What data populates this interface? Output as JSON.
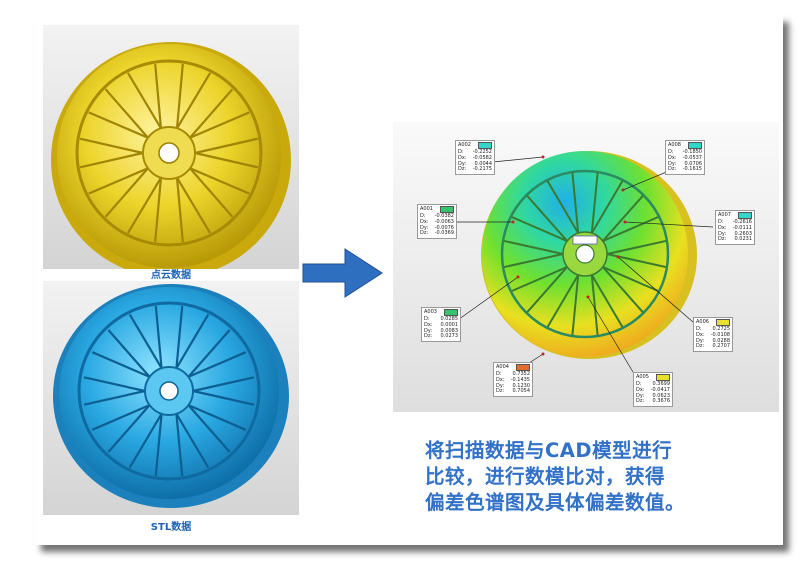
{
  "captions": {
    "point_cloud": "点云数据",
    "stl": "STL数据"
  },
  "description_lines": [
    "将扫描数据与CAD模型进行",
    "比较，进行数模比对，获得",
    "偏差色谱图及具体偏差数值。"
  ],
  "colors": {
    "yellow_wheel": "#e8d020",
    "blue_wheel": "#2ca8e0",
    "arrow": "#2f6fc0",
    "caption_text": "#1e64b4"
  },
  "annotations": [
    {
      "id": "A002",
      "swatch": "#33d6c8",
      "rows": [
        [
          "D:",
          "-0.2252"
        ],
        [
          "Dx:",
          "-0.0582"
        ],
        [
          "Dy:",
          "0.0044"
        ],
        [
          "Dz:",
          "-0.2175"
        ]
      ]
    },
    {
      "id": "A008",
      "swatch": "#33d6c8",
      "rows": [
        [
          "D:",
          "-0.1850"
        ],
        [
          "Dx:",
          "-0.0537"
        ],
        [
          "Dy:",
          "0.0706"
        ],
        [
          "Dz:",
          "-0.1615"
        ]
      ]
    },
    {
      "id": "A001",
      "swatch": "#38c36a",
      "rows": [
        [
          "D:",
          "-0.0382"
        ],
        [
          "Dx:",
          "-0.0063"
        ],
        [
          "Dy:",
          "-0.0076"
        ],
        [
          "Dz:",
          "-0.0369"
        ]
      ]
    },
    {
      "id": "A007",
      "swatch": "#33d6c8",
      "rows": [
        [
          "D:",
          "-0.2616"
        ],
        [
          "Dx:",
          "-0.0111"
        ],
        [
          "Dy:",
          "0.2603"
        ],
        [
          "Dz:",
          "0.0231"
        ]
      ]
    },
    {
      "id": "A003",
      "swatch": "#38c36a",
      "rows": [
        [
          "D:",
          "0.0285"
        ],
        [
          "Dx:",
          "0.0001"
        ],
        [
          "Dy:",
          "0.0083"
        ],
        [
          "Dz:",
          "0.0273"
        ]
      ]
    },
    {
      "id": "A006",
      "swatch": "#e8e030",
      "rows": [
        [
          "D:",
          "0.2725"
        ],
        [
          "Dx:",
          "-0.0108"
        ],
        [
          "Dy:",
          "0.0288"
        ],
        [
          "Dz:",
          "0.2707"
        ]
      ]
    },
    {
      "id": "A004",
      "swatch": "#e07030",
      "rows": [
        [
          "D:",
          "0.7352"
        ],
        [
          "Dx:",
          "-0.1435"
        ],
        [
          "Dy:",
          "0.1230"
        ],
        [
          "Dz:",
          "0.7054"
        ]
      ]
    },
    {
      "id": "A005",
      "swatch": "#e8e030",
      "rows": [
        [
          "D:",
          "0.3699"
        ],
        [
          "Dx:",
          "-0.0417"
        ],
        [
          "Dy:",
          "0.0623"
        ],
        [
          "Dz:",
          "0.3676"
        ]
      ]
    }
  ]
}
